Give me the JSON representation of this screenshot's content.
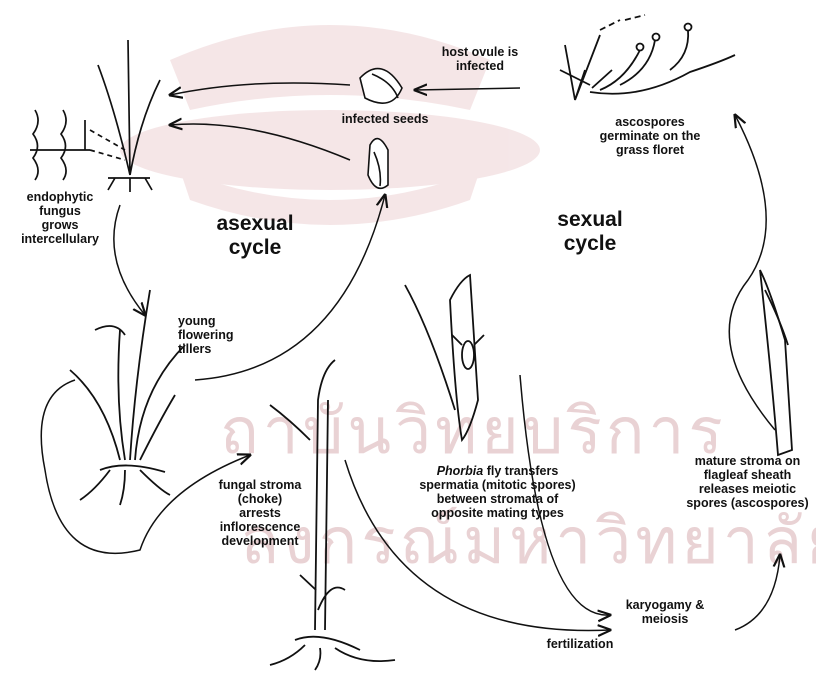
{
  "diagram": {
    "labels": {
      "host_ovule": "host ovule is\ninfected",
      "ascospores_germinate": "ascospores\ngerminate on the\ngrass floret",
      "infected_seeds": "infected seeds",
      "endophytic": "endophytic\nfungus\ngrows\nintercellulary",
      "asexual_cycle": "asexual\ncycle",
      "sexual_cycle": "sexual\ncycle",
      "young_tillers": "young\nflowering\ntillers",
      "phorbia_italic": "Phorbia",
      "phorbia_rest": " fly transfers\nspermatia (mitotic spores)\nbetween stromata of\nopposite mating types",
      "mature_stroma": "mature stroma on\nflagleaf sheath\nreleases meiotic\nspores (ascospores)",
      "fungal_stroma": "fungal stroma\n(choke)\narrests\ninflorescence\ndevelopment",
      "karyogamy": "karyogamy &\nmeiosis",
      "fertilization": "fertilization"
    },
    "watermark": {
      "line1": "ถาบันวิทยบริการ",
      "line2": "ลงกรณ์มหาวิทยาลัย"
    }
  }
}
